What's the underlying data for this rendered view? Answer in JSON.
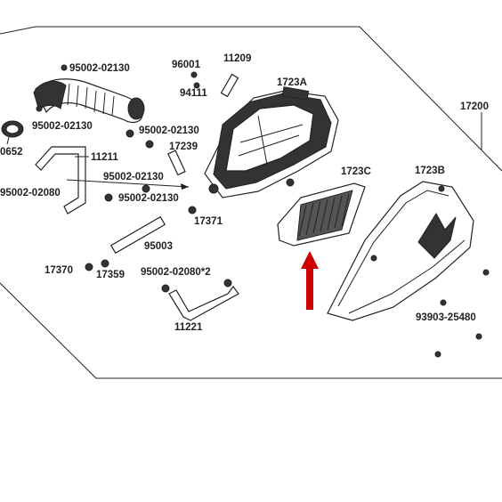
{
  "labels": {
    "p17200": "17200",
    "p1723A": "1723A",
    "p1723B": "1723B",
    "p1723C": "1723C",
    "p96001": "96001",
    "p11209": "11209",
    "p94111": "94111",
    "p95002_02130_a": "95002-02130",
    "p95002_02130_b": "95002-02130",
    "p95002_02130_c": "95002-02130",
    "p95002_02130_d": "95002-02130",
    "p95002_02130_e": "95002-02130",
    "p0652": "0652",
    "p11211": "11211",
    "p17239": "17239",
    "p95002_02080": "95002-02080",
    "p17371": "17371",
    "p95003": "95003",
    "p17370": "17370",
    "p17359": "17359",
    "p95002_02080_2": "95002-02080*2",
    "p11221": "11221",
    "p93903_25480": "93903-25480"
  },
  "colors": {
    "line": "#222222",
    "arrow": "#cc0000",
    "filter_frame": "#ffffff",
    "filter_mesh": "#555555"
  },
  "icons": {
    "indicator": "red-up-arrow-icon"
  }
}
